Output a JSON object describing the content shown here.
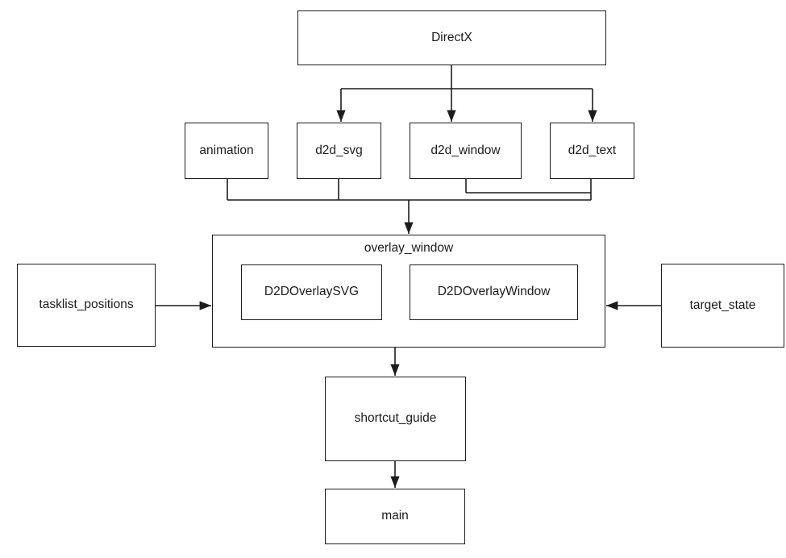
{
  "diagram": {
    "type": "module-dependency-flowchart",
    "background_color": "#ffffff",
    "line_color": "#1c1c1c",
    "box_fill_color": "#ffffff",
    "nodes": {
      "directx": {
        "label": "DirectX"
      },
      "animation": {
        "label": "animation"
      },
      "d2d_svg": {
        "label": "d2d_svg"
      },
      "d2d_window": {
        "label": "d2d_window"
      },
      "d2d_text": {
        "label": "d2d_text"
      },
      "overlay_window": {
        "label": "overlay_window"
      },
      "d2d_overlay_svg": {
        "label": "D2DOverlaySVG"
      },
      "d2d_overlay_window": {
        "label": "D2DOverlayWindow"
      },
      "tasklist_positions": {
        "label": "tasklist_positions"
      },
      "target_state": {
        "label": "target_state"
      },
      "shortcut_guide": {
        "label": "shortcut_guide"
      },
      "main": {
        "label": "main"
      }
    },
    "containment": [
      {
        "parent": "overlay_window",
        "children": [
          "d2d_overlay_svg",
          "d2d_overlay_window"
        ]
      }
    ],
    "edges": [
      {
        "from": "DirectX",
        "to": "d2d_svg",
        "direction": "down"
      },
      {
        "from": "DirectX",
        "to": "d2d_window",
        "direction": "down"
      },
      {
        "from": "DirectX",
        "to": "d2d_text",
        "direction": "down"
      },
      {
        "from": "animation",
        "to": "overlay_window",
        "direction": "down"
      },
      {
        "from": "d2d_svg",
        "to": "overlay_window",
        "direction": "down"
      },
      {
        "from": "d2d_window",
        "to": "overlay_window",
        "direction": "down"
      },
      {
        "from": "d2d_text",
        "to": "overlay_window",
        "direction": "down"
      },
      {
        "from": "tasklist_positions",
        "to": "overlay_window",
        "direction": "right"
      },
      {
        "from": "target_state",
        "to": "overlay_window",
        "direction": "left"
      },
      {
        "from": "overlay_window",
        "to": "shortcut_guide",
        "direction": "down"
      },
      {
        "from": "shortcut_guide",
        "to": "main",
        "direction": "down"
      }
    ]
  }
}
